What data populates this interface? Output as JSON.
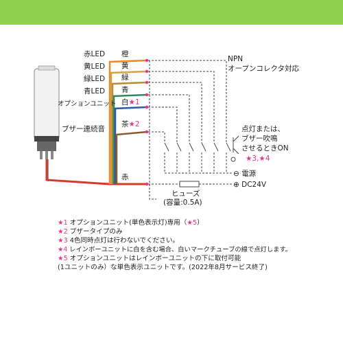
{
  "header": {
    "color": "#8fd14f"
  },
  "leds": [
    {
      "name": "赤LED",
      "wire": "橙",
      "color": "#e8892a"
    },
    {
      "name": "黄LED",
      "wire": "黄",
      "color": "#d4a24a"
    },
    {
      "name": "緑LED",
      "wire": "緑",
      "color": "#b88a3a"
    },
    {
      "name": "青LED",
      "wire": "青",
      "color": "#2f8a5a"
    },
    {
      "name": "オプションユニット",
      "wire": "白",
      "mark": "★1",
      "color": "#2a5aa8"
    },
    {
      "name": "ブザー連続音",
      "wire": "茶",
      "mark": "★2",
      "color": "#8a5a2a"
    }
  ],
  "common_wire": {
    "label": "赤",
    "color": "#d9392b"
  },
  "npn": {
    "line1": "NPN",
    "line2": "オープンコレクタ対応"
  },
  "lit": {
    "line1": "点灯または、",
    "line2": "ブザー吹鳴",
    "line3": "させるときON",
    "mark": "★3,★4"
  },
  "power": {
    "minus": "⊖ 電源",
    "plus": "⊕ DC24V"
  },
  "fuse": {
    "label": "ヒューズ",
    "capacity": "(容量:0.5A)"
  },
  "notes": [
    {
      "mark": "★1",
      "text": " オプションユニット(単色表示灯)専用（",
      "mark2": "★5",
      "tail": "）"
    },
    {
      "mark": "★2",
      "text": " ブザータイプのみ",
      "mark2": "",
      "tail": ""
    },
    {
      "mark": "★3",
      "text": " 4色同時点灯は行わないでください。",
      "mark2": "",
      "tail": ""
    },
    {
      "mark": "★4",
      "text": " レインボーユニットに白を含む場合、白いマークチューブの線で点灯します。",
      "mark2": "",
      "tail": ""
    },
    {
      "mark": "★5",
      "text": " オプションユニットはレインボーユニットの下に取付可能",
      "mark2": "",
      "tail": ""
    },
    {
      "mark": "",
      "text": "      (1ユニットのみ）な単色表示ユニットです。(2022年8月サービス終了)",
      "mark2": "",
      "tail": ""
    }
  ]
}
